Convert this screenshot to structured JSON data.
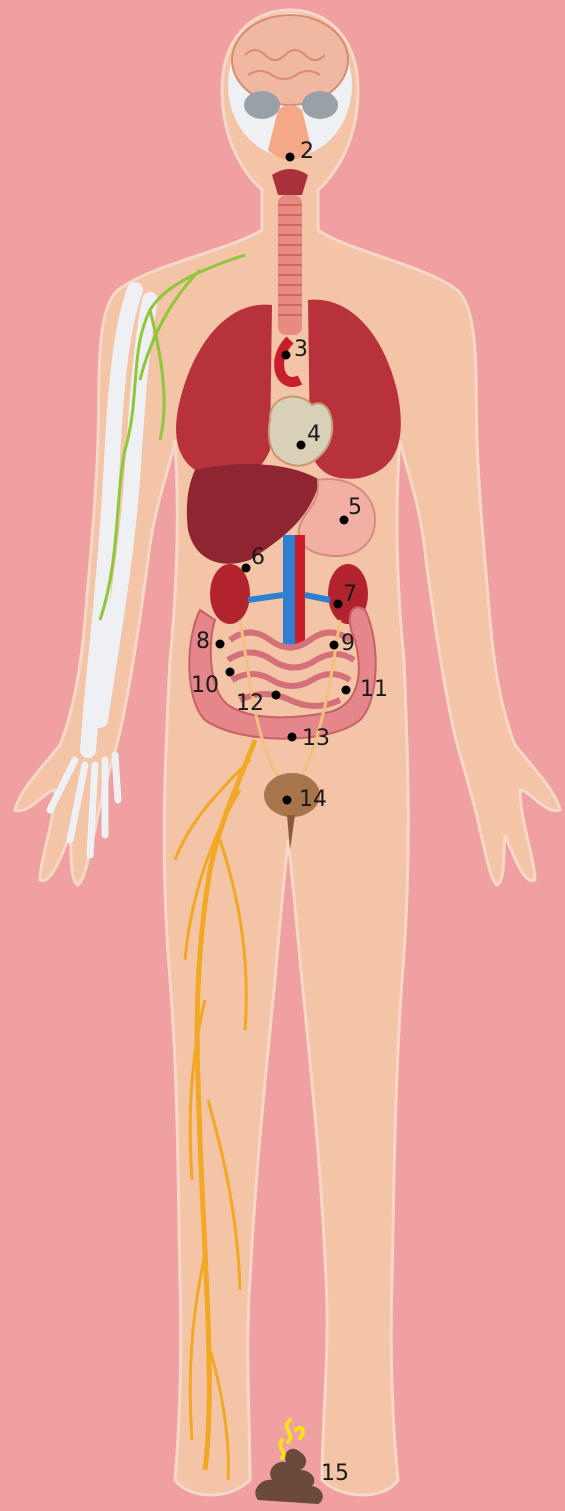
{
  "colors": {
    "background": "#f0a0a0",
    "skin": "#f3c4a6",
    "skin_outline": "#f6d8c8",
    "lung": "#b8323c",
    "liver": "#8e2530",
    "stomach": "#f2b0a4",
    "kidney": "#b2232d",
    "intestine": "#e4868a",
    "nerve": "#f2a824",
    "lymph": "#8fc63a",
    "bone": "#eef0f4",
    "aorta": "#c81e2a",
    "vena": "#2e7fd0",
    "brain": "#f0b8a0",
    "bladder": "#a8744c",
    "poop": "#6b4a3a",
    "stink": "#f4e21c",
    "marker": "#000000"
  },
  "figure_label": "human-body-anatomy",
  "labels": [
    {
      "id": "2",
      "text": "2"
    },
    {
      "id": "3",
      "text": "3"
    },
    {
      "id": "4",
      "text": "4"
    },
    {
      "id": "5",
      "text": "5"
    },
    {
      "id": "6",
      "text": "6"
    },
    {
      "id": "7",
      "text": "7"
    },
    {
      "id": "8",
      "text": "8"
    },
    {
      "id": "9",
      "text": "9"
    },
    {
      "id": "10",
      "text": "10"
    },
    {
      "id": "11",
      "text": "11"
    },
    {
      "id": "12",
      "text": "12"
    },
    {
      "id": "13",
      "text": "13"
    },
    {
      "id": "14",
      "text": "14"
    },
    {
      "id": "15",
      "text": "15"
    }
  ]
}
